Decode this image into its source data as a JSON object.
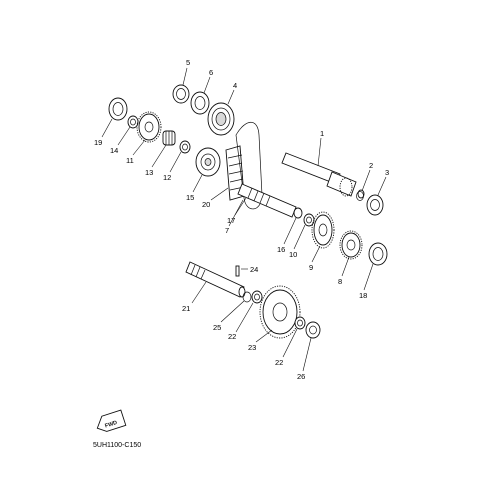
{
  "diagram": {
    "code": "5UH1100-C150",
    "fwd_label": "FWD",
    "callouts": [
      {
        "id": "p1",
        "label": "1"
      },
      {
        "id": "p2",
        "label": "2"
      },
      {
        "id": "p3",
        "label": "3"
      },
      {
        "id": "p4",
        "label": "4"
      },
      {
        "id": "p5",
        "label": "5"
      },
      {
        "id": "p6",
        "label": "6"
      },
      {
        "id": "p7",
        "label": "7"
      },
      {
        "id": "p8",
        "label": "8"
      },
      {
        "id": "p9",
        "label": "9"
      },
      {
        "id": "p10",
        "label": "10"
      },
      {
        "id": "p11",
        "label": "11"
      },
      {
        "id": "p12",
        "label": "12"
      },
      {
        "id": "p13",
        "label": "13"
      },
      {
        "id": "p14",
        "label": "14"
      },
      {
        "id": "p15",
        "label": "15"
      },
      {
        "id": "p16",
        "label": "16"
      },
      {
        "id": "p17",
        "label": "17"
      },
      {
        "id": "p18",
        "label": "18"
      },
      {
        "id": "p19",
        "label": "19"
      },
      {
        "id": "p20",
        "label": "20"
      },
      {
        "id": "p21",
        "label": "21"
      },
      {
        "id": "p22a",
        "label": "22"
      },
      {
        "id": "p22b",
        "label": "22"
      },
      {
        "id": "p23",
        "label": "23"
      },
      {
        "id": "p24",
        "label": "24"
      },
      {
        "id": "p25",
        "label": "25"
      },
      {
        "id": "p26",
        "label": "26"
      }
    ]
  }
}
